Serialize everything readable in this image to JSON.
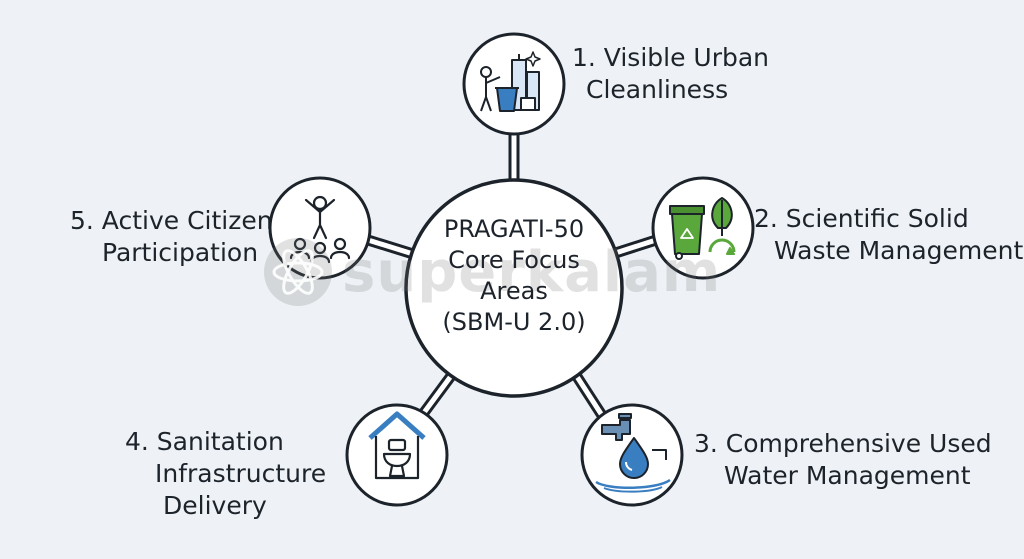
{
  "diagram": {
    "center": {
      "lines": [
        "PRAGATI-50",
        "Core Focus",
        "Areas",
        "(SBM-U 2.0)"
      ]
    },
    "nodes": [
      {
        "id": "visible-urban-cleanliness",
        "lines": [
          "1. Visible Urban",
          "Cleanliness"
        ],
        "icon": "cleanliness-icon"
      },
      {
        "id": "solid-waste-management",
        "lines": [
          "2. Scientific Solid",
          "Waste Management"
        ],
        "icon": "recycle-bin-icon"
      },
      {
        "id": "used-water-management",
        "lines": [
          "3. Comprehensive Used",
          "Water Management"
        ],
        "icon": "water-tap-icon"
      },
      {
        "id": "sanitation-infrastructure",
        "lines": [
          "4. Sanitation",
          "Infrastructure",
          "Delivery"
        ],
        "icon": "toilet-house-icon"
      },
      {
        "id": "citizen-participation",
        "lines": [
          "5. Active Citizen",
          "Participation"
        ],
        "icon": "citizens-icon"
      }
    ]
  },
  "watermark": {
    "text": "superkalam",
    "icon": "atom-logo-icon"
  },
  "colors": {
    "background": "#eef2f6",
    "stroke": "#1d232b",
    "accent_blue": "#3a7ec2",
    "accent_green": "#5aa83c"
  }
}
